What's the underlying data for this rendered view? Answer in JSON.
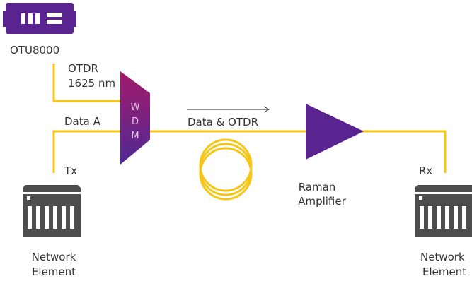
{
  "otu": {
    "label": "OTU8000"
  },
  "otdr": {
    "line1": "OTDR",
    "line2": "1625 nm"
  },
  "data_a": {
    "label": "Data A"
  },
  "tx": {
    "label": "Tx"
  },
  "rx": {
    "label": "Rx"
  },
  "wdm": {
    "letters": [
      "W",
      "D",
      "M"
    ]
  },
  "signal": {
    "label": "Data & OTDR"
  },
  "amplifier": {
    "line1": "Raman",
    "line2": "Amplifier"
  },
  "network_element_left": {
    "line1": "Network",
    "line2": "Element"
  },
  "network_element_right": {
    "line1": "Network",
    "line2": "Element"
  },
  "colors": {
    "fiber": "#f5c518",
    "purple": "#5a2490",
    "magenta": "#a0206f",
    "server": "#4d4d4d"
  }
}
